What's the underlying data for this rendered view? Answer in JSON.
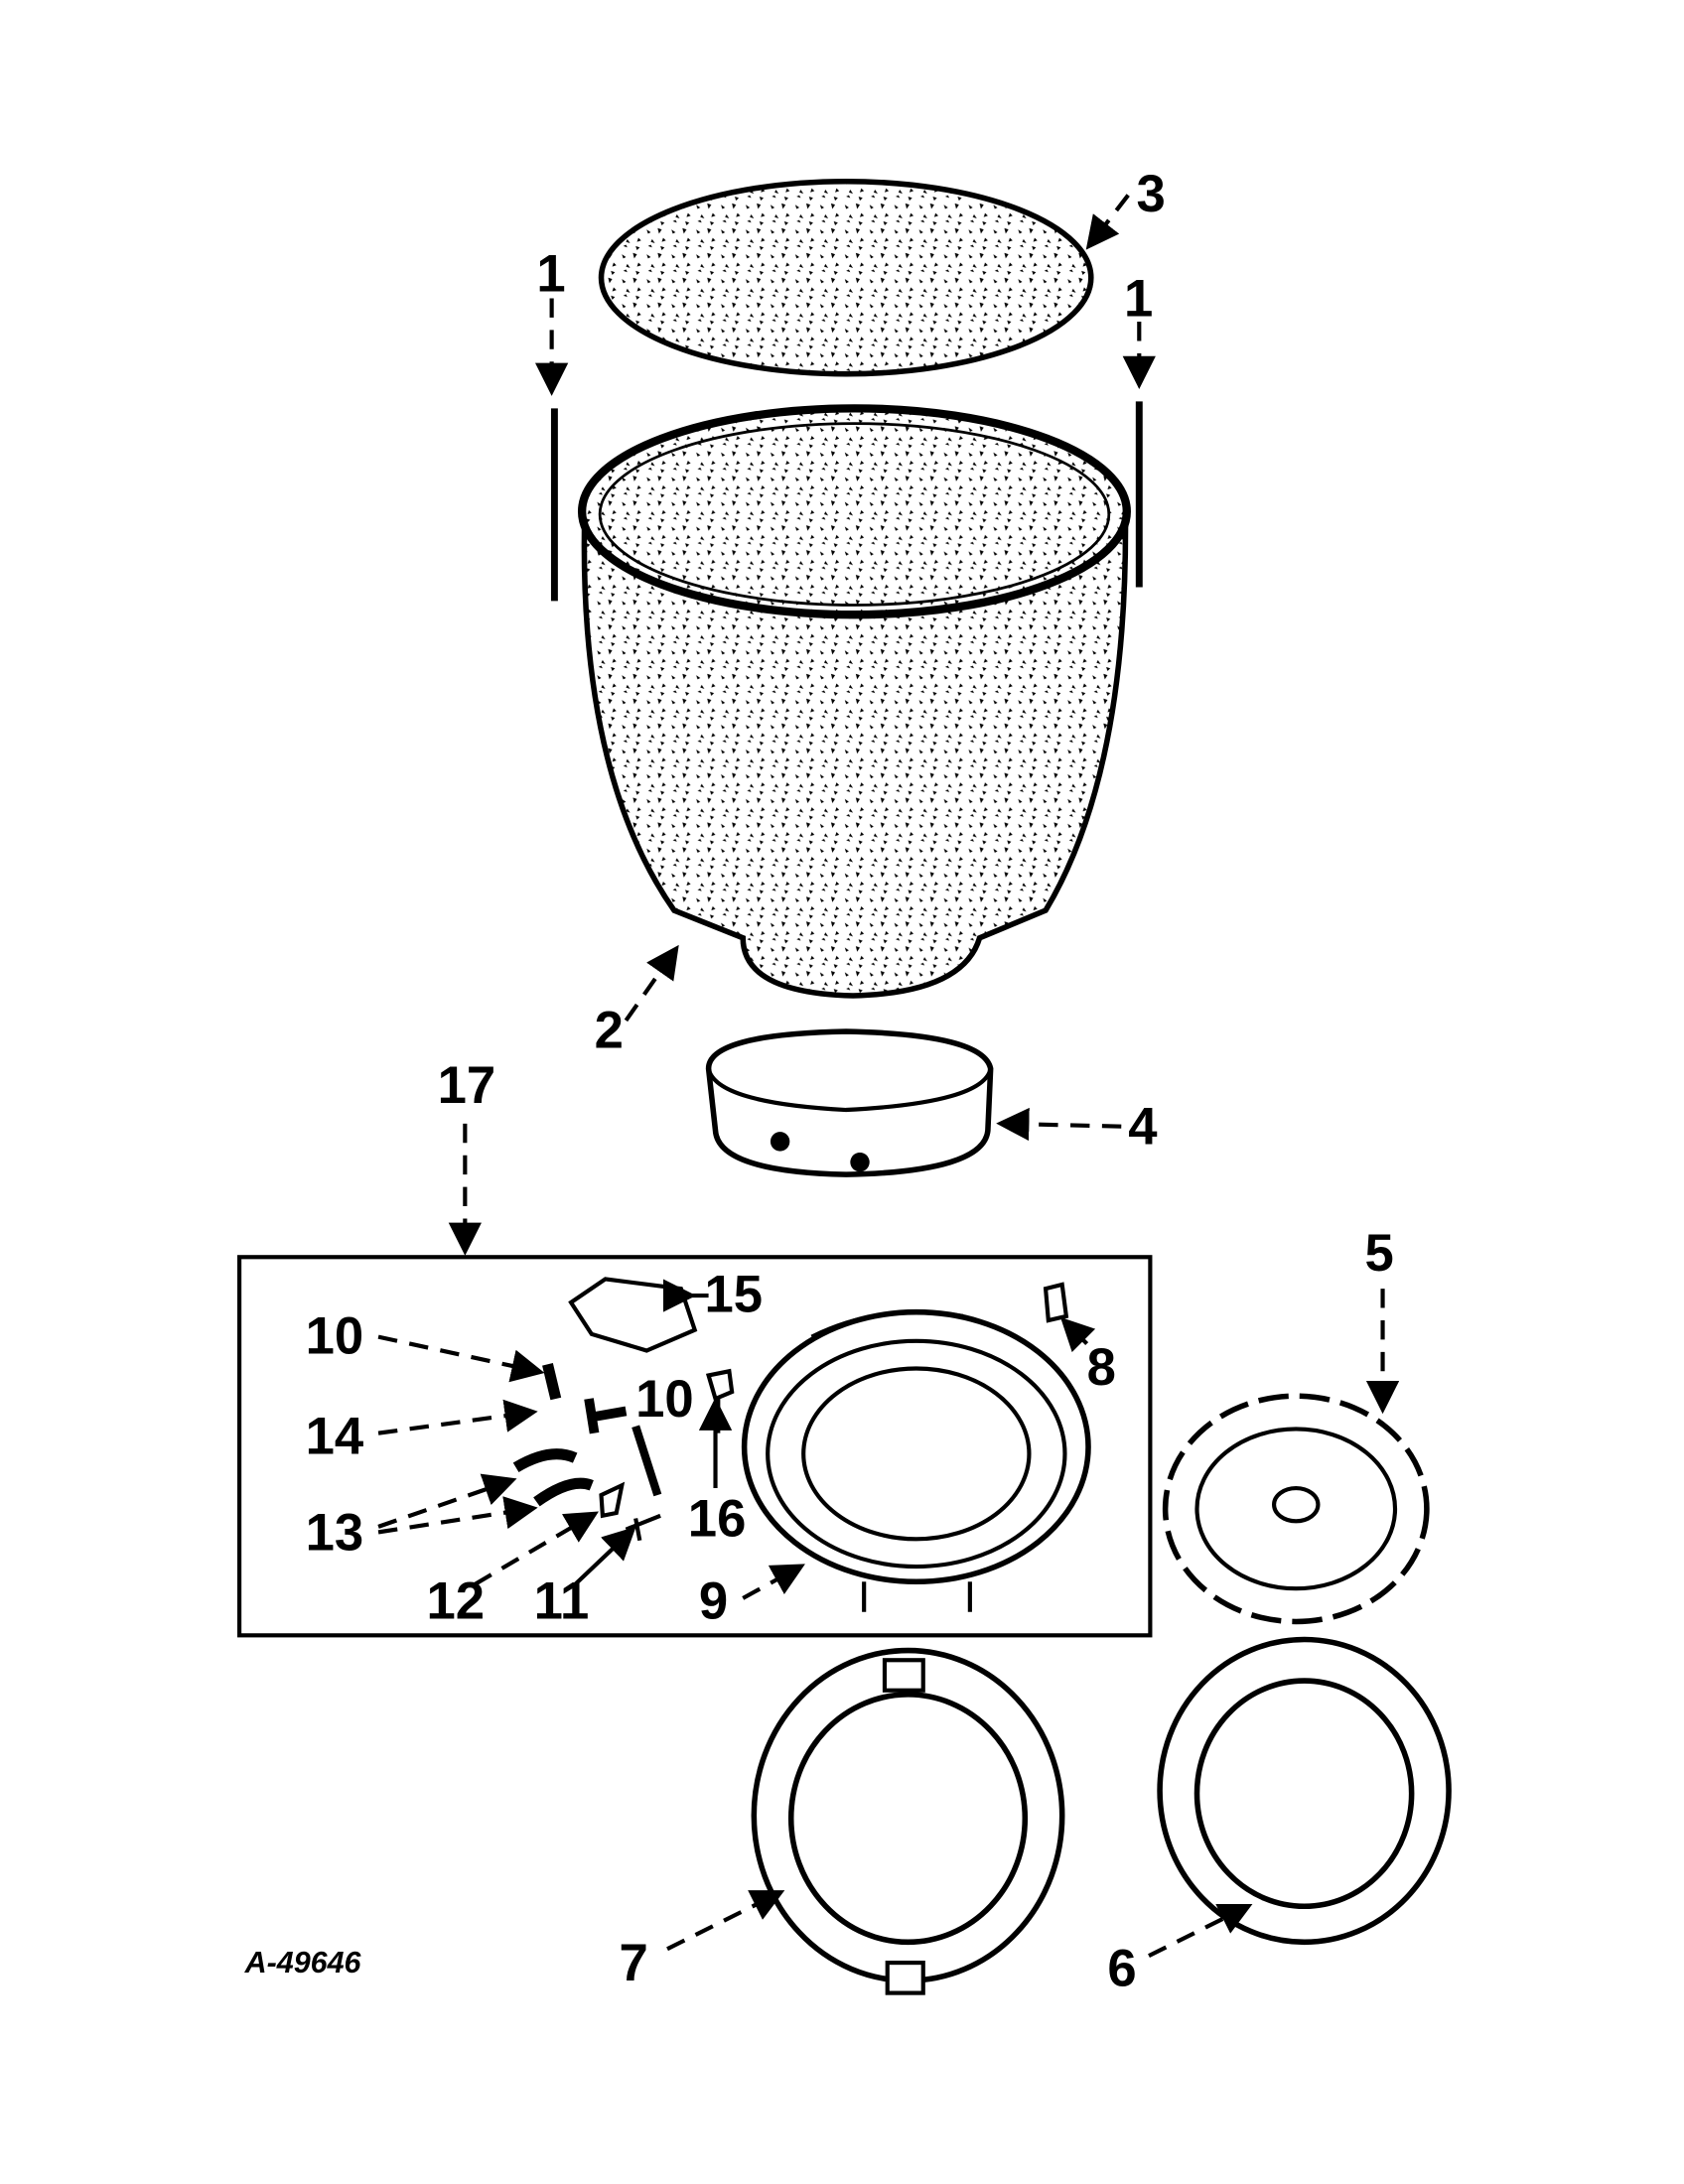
{
  "diagram": {
    "reference_number": "A-49646",
    "callouts": {
      "rod_left": "1",
      "rod_right": "1",
      "body": "2",
      "screen": "3",
      "band": "4",
      "baffle": "5",
      "gasket": "6",
      "ring": "7",
      "clip": "8",
      "cup": "9",
      "pin_a": "10",
      "pin_b": "10",
      "spring": "11",
      "nut": "12",
      "latch": "13",
      "rivet": "14",
      "bracket": "15",
      "hook": "16",
      "assembly": "17"
    },
    "colors": {
      "ink": "#000000",
      "paper": "#ffffff"
    }
  }
}
